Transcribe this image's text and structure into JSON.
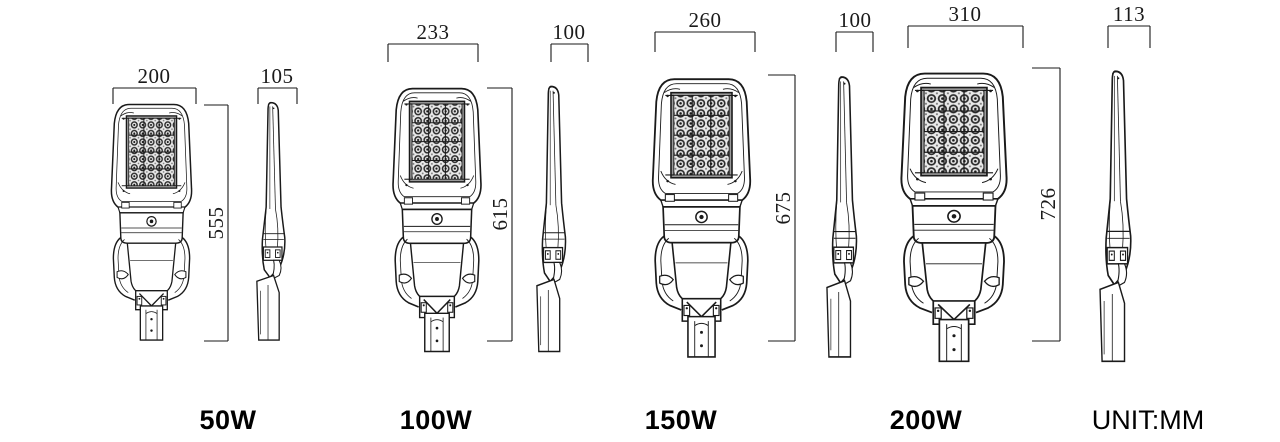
{
  "document": {
    "type": "technical-dimension-drawing",
    "subject": "LED street light luminaire size chart",
    "background_color": "#ffffff",
    "line_color": "#1a1a1a",
    "unit_note": "UNIT:MM"
  },
  "variants": [
    {
      "id": "50w",
      "power_label": "50W",
      "front": {
        "width_mm": "200",
        "height_mm": "555"
      },
      "side": {
        "width_mm": "105"
      }
    },
    {
      "id": "100w",
      "power_label": "100W",
      "front": {
        "width_mm": "233",
        "height_mm": "615"
      },
      "side": {
        "width_mm": "100"
      }
    },
    {
      "id": "150w",
      "power_label": "150W",
      "front": {
        "width_mm": "260",
        "height_mm": "675"
      },
      "side": {
        "width_mm": "100"
      }
    },
    {
      "id": "200w",
      "power_label": "200W",
      "front": {
        "width_mm": "310",
        "height_mm": "726"
      },
      "side": {
        "width_mm": "113"
      }
    }
  ],
  "dimensions": {
    "d200": "200",
    "d105": "105",
    "d555": "555",
    "d233": "233",
    "d100a": "100",
    "d615": "615",
    "d260": "260",
    "d100b": "100",
    "d675": "675",
    "d310": "310",
    "d113": "113",
    "d726": "726"
  },
  "labels": {
    "w50": "50W",
    "w100": "100W",
    "w150": "150W",
    "w200": "200W",
    "unit": "UNIT:MM"
  }
}
